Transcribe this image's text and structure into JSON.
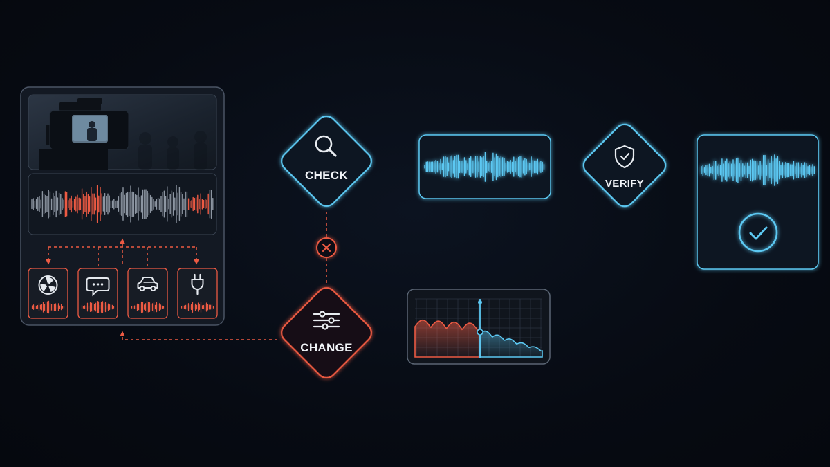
{
  "nodes": {
    "check": {
      "label": "CHECK",
      "icon": "magnifier-icon"
    },
    "verify": {
      "label": "VERIFY",
      "icon": "shield-check-icon"
    },
    "change": {
      "label": "CHANGE",
      "icon": "sliders-icon"
    }
  },
  "source_panel": {
    "video_icon": "film-camera-icon",
    "noise_sources": [
      {
        "icon": "fan-icon"
      },
      {
        "icon": "speech-bubble-icon"
      },
      {
        "icon": "car-icon"
      },
      {
        "icon": "power-plug-icon"
      }
    ]
  },
  "status": {
    "rejected_icon": "x-circle-icon",
    "approved_icon": "check-circle-icon"
  },
  "colors": {
    "blue": "#5cc8f2",
    "red": "#ec5a43",
    "panel_border": "#3a4452",
    "background": "#070b13"
  }
}
